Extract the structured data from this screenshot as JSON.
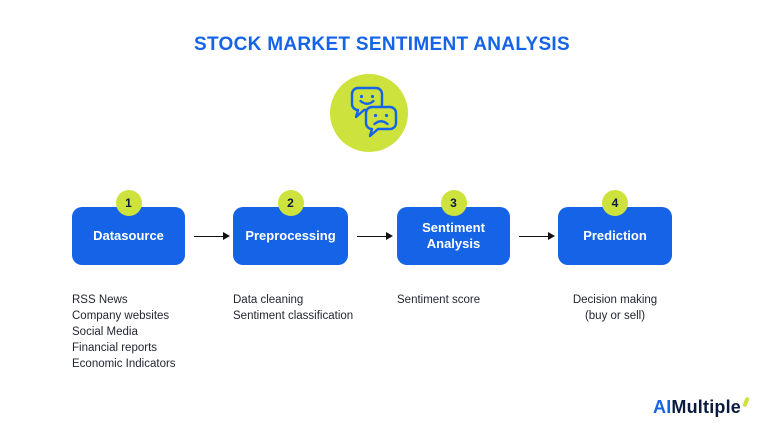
{
  "title": "STOCK MARKET SENTIMENT ANALYSIS",
  "colors": {
    "blue": "#1564E8",
    "lime": "#CDE23C",
    "text": "#1F2430",
    "navy": "#0A1B3D"
  },
  "hero_icon": "sentiment-chat-bubbles-icon",
  "steps": [
    {
      "number": "1",
      "label": "Datasource",
      "items": [
        "RSS News",
        "Company websites",
        "Social Media",
        "Financial reports",
        "Economic Indicators"
      ]
    },
    {
      "number": "2",
      "label": "Preprocessing",
      "items": [
        "Data cleaning",
        "Sentiment classification"
      ]
    },
    {
      "number": "3",
      "label": "Sentiment Analysis",
      "items": [
        "Sentiment score"
      ]
    },
    {
      "number": "4",
      "label": "Prediction",
      "items": [
        "Decision making",
        "(buy or sell)"
      ]
    }
  ],
  "logo": {
    "part1": "AI",
    "part2": "Multiple"
  }
}
